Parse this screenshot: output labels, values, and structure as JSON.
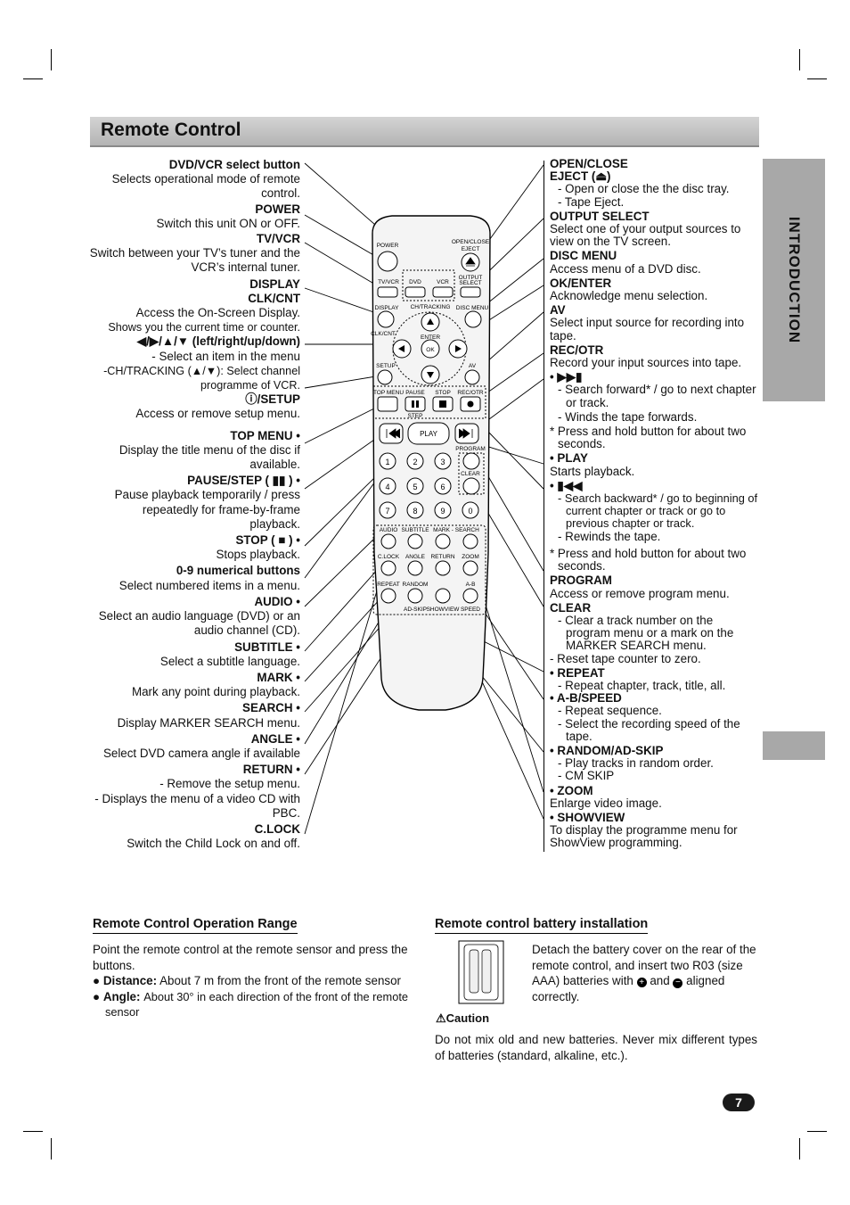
{
  "header": {
    "title": "Remote Control"
  },
  "side_tab": {
    "label": "INTRODUCTION"
  },
  "left_labels": [
    [
      "DVD/VCR select button",
      "Selects operational mode of remote control."
    ],
    [
      "POWER",
      "Switch this unit ON or OFF."
    ],
    [
      "TV/VCR",
      "Switch between your TV’s tuner and the VCR’s internal tuner."
    ],
    [
      "DISPLAY",
      ""
    ],
    [
      "CLK/CNT",
      "Access the On-Screen Display."
    ],
    [
      "",
      "Shows you the current time or counter."
    ],
    [
      "◀/▶/▲/▼ (left/right/up/down)",
      ""
    ],
    [
      "",
      "- Select an item in the menu"
    ],
    [
      "",
      "-CH/TRACKING (▲/▼): Select channel programme of VCR."
    ],
    [
      "ⓘ/SETUP",
      "Access or remove setup menu."
    ],
    [
      "TOP MENU •",
      "Display the title menu of the disc if available."
    ],
    [
      "PAUSE/STEP ( ▮▮ ) •",
      "Pause playback temporarily / press repeatedly for frame-by-frame playback."
    ],
    [
      "STOP ( ■ ) •",
      "Stops playback."
    ],
    [
      "0-9 numerical buttons",
      "Select numbered items in a menu."
    ],
    [
      "AUDIO •",
      "Select an audio language (DVD) or an audio channel (CD)."
    ],
    [
      "SUBTITLE •",
      "Select a subtitle language."
    ],
    [
      "MARK •",
      "Mark any point during playback."
    ],
    [
      "SEARCH •",
      "Display MARKER SEARCH menu."
    ],
    [
      "ANGLE •",
      "Select DVD camera angle if available"
    ],
    [
      "RETURN •",
      "- Remove the setup menu."
    ],
    [
      "",
      "- Displays the menu of a video CD with PBC."
    ],
    [
      "C.LOCK",
      "Switch the Child Lock on and off."
    ]
  ],
  "right_labels": {
    "open_close_h1": "OPEN/CLOSE",
    "open_close_h2": "EJECT (⏏)",
    "open_close_d1": "- Open or close the the disc tray.",
    "open_close_d2": "- Tape Eject.",
    "output_h": "OUTPUT SELECT",
    "output_d": "Select one of your output sources to view on the TV screen.",
    "disc_h": "DISC MENU",
    "disc_d": "Access menu of a DVD disc.",
    "ok_h": "OK/ENTER",
    "ok_d": "Acknowledge menu selection.",
    "av_h": "AV",
    "av_d": "Select input source for recording into tape.",
    "rec_h": "REC/OTR",
    "rec_d": "Record your input sources into tape.",
    "ff_h": "• ▶▶▮",
    "ff_d1": "- Search forward* / go to next chapter or track.",
    "ff_d2": "- Winds the tape forwards.",
    "ff_note": "* Press and hold button for about two seconds.",
    "play_h": "• PLAY",
    "play_d": "Starts playback.",
    "rew_h": "• ▮◀◀",
    "rew_d1": "- Search backward* / go to beginning of current chapter or track or go to previous chapter or track.",
    "rew_d2": "- Rewinds the tape.",
    "rew_note": "* Press and hold button for about two seconds.",
    "program_h": "PROGRAM",
    "program_d": "Access or remove program menu.",
    "clear_h": "CLEAR",
    "clear_d1": "- Clear a track number on the program menu or a mark on the MARKER SEARCH menu.",
    "clear_d2": "- Reset tape counter to zero.",
    "repeat_h": "• REPEAT",
    "repeat_d": "- Repeat chapter, track, title, all.",
    "ab_h": "• A-B/SPEED",
    "ab_d1": "- Repeat sequence.",
    "ab_d2": "- Select the recording speed of the tape.",
    "random_h": "• RANDOM/AD-SKIP",
    "random_d1": "- Play tracks in random order.",
    "random_d2": "- CM SKIP",
    "zoom_h": "• ZOOM",
    "zoom_d": "Enlarge video image.",
    "show_h": "• SHOWVIEW",
    "show_d": "To display the programme menu for ShowView programming."
  },
  "remote": {
    "power": "POWER",
    "open_close": "OPEN/CLOSE",
    "eject": "EJECT",
    "tvvcr": "TV/VCR",
    "dvd": "DVD",
    "vcr": "VCR",
    "output": "OUTPUT",
    "select": "SELECT",
    "display": "DISPLAY",
    "ch_tracking": "CH/TRACKING",
    "disc_menu": "DISC MENU",
    "enter": "ENTER",
    "ok": "OK",
    "clk_cnt": "CLK/CNT",
    "setup": "SETUP",
    "av": "AV",
    "top_menu": "TOP MENU",
    "pause": "PAUSE",
    "stop": "STOP",
    "rec_otr": "REC/OTR",
    "step": "STEP",
    "play": "PLAY",
    "program": "PROGRAM",
    "clear": "CLEAR",
    "digits": [
      "1",
      "2",
      "3",
      "4",
      "5",
      "6",
      "7",
      "8",
      "9",
      "0"
    ],
    "audio": "AUDIO",
    "subtitle": "SUBTITLE",
    "mark_search": "MARK - SEARCH",
    "clock": "C.LOCK",
    "angle": "ANGLE",
    "return": "RETURN",
    "zoom": "ZOOM",
    "repeat": "REPEAT",
    "random": "RANDOM",
    "ab": "A-B",
    "ad_skip": "AD-SKIP",
    "showview": "SHOWVIEW",
    "speed": "SPEED"
  },
  "range_section": {
    "heading": "Remote Control Operation Range",
    "intro": "Point the remote control at the remote sensor and press the buttons.",
    "distance_label": "Distance:",
    "distance_text": "About 7 m from the front of the remote sensor",
    "angle_label": "Angle:",
    "angle_text": "About 30° in each direction of the front of the remote sensor"
  },
  "battery_section": {
    "heading": "Remote control battery installation",
    "text1": "Detach the battery cover on the rear of the remote control, and insert two R03 (size AAA) batteries with",
    "and_word": "and",
    "text2": "aligned correctly.",
    "caution_label": "Caution",
    "caution_text": "Do not mix old and new batteries. Never mix different types of batteries (standard, alkaline, etc.)."
  },
  "page_number": "7"
}
